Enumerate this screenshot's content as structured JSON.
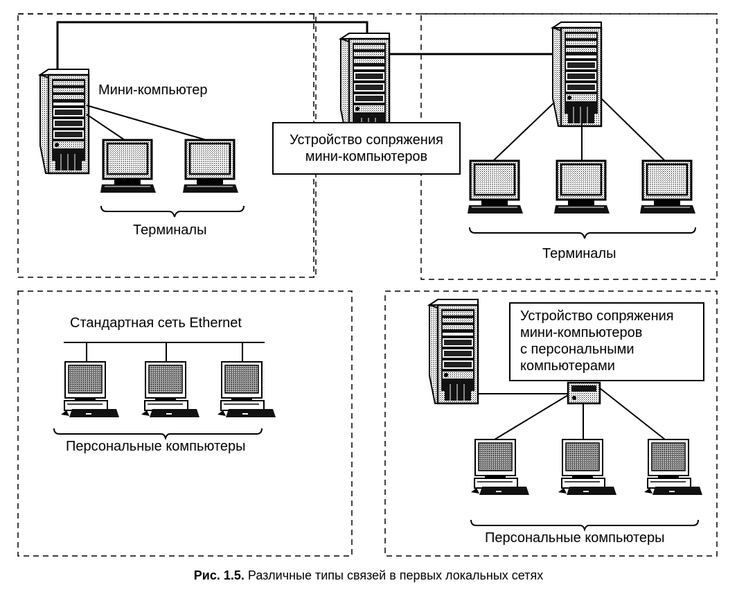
{
  "figure": {
    "caption_prefix": "Рис. 1.5.",
    "caption_text": " Различные типы связей в первых локальных сетях"
  },
  "regions": {
    "top_left": {
      "minicomputer_label": "Мини-компьютер",
      "terminals_label": "Терминалы",
      "terminal_count": 2
    },
    "center": {
      "interface_box_line1": "Устройство сопряжения",
      "interface_box_line2": "мини-компьютеров"
    },
    "top_right": {
      "terminals_label": "Терминалы",
      "terminal_count": 3
    },
    "bottom_left": {
      "network_label": "Стандартная сеть Ethernet",
      "pcs_label": "Персональные компьютеры",
      "pc_count": 3
    },
    "bottom_right": {
      "interface_box_lines": [
        "Устройство сопряжения",
        "мини-компьютеров",
        "с персональными",
        "компьютерами"
      ],
      "pcs_label": "Персональные компьютеры",
      "pc_count": 3
    }
  }
}
